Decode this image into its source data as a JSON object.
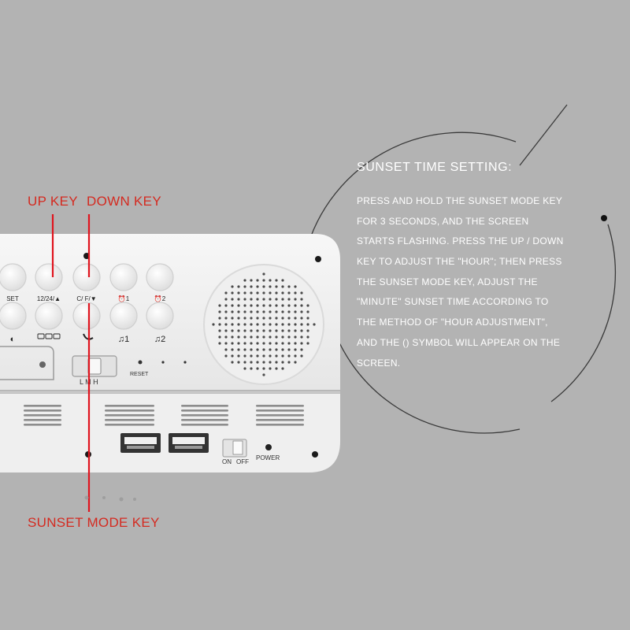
{
  "callouts": {
    "up_key": "UP KEY",
    "down_key": "DOWN KEY",
    "sunset_mode_key": "SUNSET MODE KEY"
  },
  "instructions": {
    "title": "SUNSET TIME SETTING:",
    "lines": [
      "PRESS AND HOLD THE SUNSET MODE KEY",
      "FOR 3 SECONDS, AND THE SCREEN",
      "STARTS FLASHING. PRESS THE UP / DOWN",
      "KEY TO ADJUST THE \"HOUR\"; THEN PRESS",
      "THE SUNSET MODE KEY, ADJUST THE",
      "\"MINUTE\" SUNSET TIME ACCORDING TO",
      "THE METHOD OF \"HOUR ADJUSTMENT\",",
      "AND THE () SYMBOL WILL APPEAR ON THE",
      "SCREEN."
    ]
  },
  "device": {
    "top_row_labels": [
      "SET",
      "12/24/▲",
      "C/ F/▼",
      "⏰1",
      "⏰2"
    ],
    "bottom_row_labels": [
      "◐",
      "",
      "",
      "♫1",
      "♫2"
    ],
    "switch_label": "L  M  H",
    "reset_label": "RESET",
    "power_switch_labels": [
      "ON",
      "OFF"
    ],
    "power_label": "POWER"
  },
  "colors": {
    "background": "#b3b3b3",
    "device_body": "#f4f4f4",
    "callout_text": "#d42a20",
    "pointer_line": "#e0141e",
    "instruction_text": "#ffffff"
  }
}
